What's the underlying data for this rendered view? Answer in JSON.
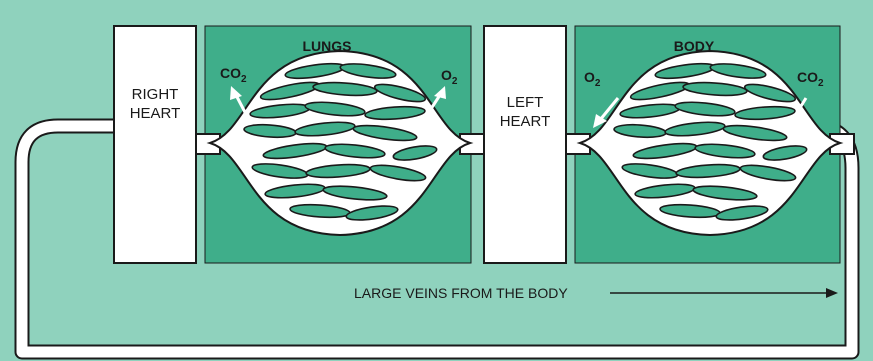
{
  "colors": {
    "background": "#8fd2bd",
    "panel": "#3fae8a",
    "outline": "#1a1a1a",
    "vessel": "#ffffff",
    "capillary": "#3fae8a"
  },
  "panels": {
    "lungs_title": "LUNGS",
    "body_title": "BODY"
  },
  "hearts": {
    "right_line1": "RIGHT",
    "right_line2": "HEART",
    "left_line1": "LEFT",
    "left_line2": "HEART"
  },
  "gases": {
    "lungs_left": {
      "main": "CO",
      "sub": "2"
    },
    "lungs_right": {
      "main": "O",
      "sub": "2"
    },
    "body_left": {
      "main": "O",
      "sub": "2"
    },
    "body_right": {
      "main": "CO",
      "sub": "2"
    }
  },
  "veins_label": "LARGE VEINS FROM THE BODY"
}
